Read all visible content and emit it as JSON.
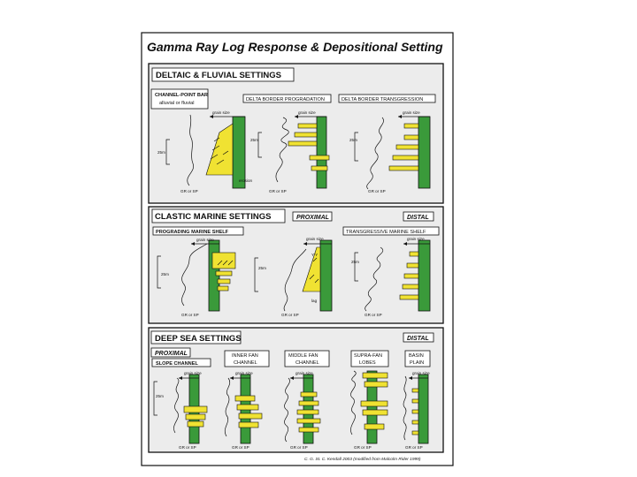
{
  "title": "Gamma Ray Log Response & Depositional Setting",
  "sections": {
    "deltaic": {
      "title": "DELTAIC & FLUVIAL SETTINGS",
      "panels": {
        "channel_bar": {
          "label_1": "CHANNEL-POINT BAR",
          "label_2": "alluvial or fluvial"
        },
        "delta_prog": {
          "label": "DELTA BORDER PROGRADATION"
        },
        "delta_trans": {
          "label": "DELTA BORDER TRANSGRESSION"
        }
      }
    },
    "clastic": {
      "title": "CLASTIC MARINE SETTINGS",
      "proximal": "PROXIMAL",
      "distal": "DISTAL",
      "panels": {
        "prograding": {
          "label": "PROGRADING MARINE SHELF"
        },
        "transgressive": {
          "label": "TRANSGRESSIVE MARINE SHELF"
        }
      }
    },
    "deepsea": {
      "title": "DEEP SEA SETTINGS",
      "proximal": "PROXIMAL",
      "distal": "DISTAL",
      "panels": {
        "slope": {
          "label": "SLOPE CHANNEL"
        },
        "inner_fan": {
          "label_1": "INNER FAN",
          "label_2": "CHANNEL"
        },
        "middle_fan": {
          "label_1": "MIDDLE FAN",
          "label_2": "CHANNEL"
        },
        "supra_fan": {
          "label_1": "SUPRA-FAN",
          "label_2": "LOBES"
        },
        "basin_plain": {
          "label_1": "BASIN",
          "label_2": "PLAIN"
        }
      }
    }
  },
  "annotations": {
    "grain_size": "grain size",
    "gr_or_sp": "GR or SP",
    "scale": "25m",
    "erosion": "erosion",
    "lag": "lag"
  },
  "credit": "C. G. St. C. Kendall 2003 (modified from Malcolm Rider 1999)",
  "colors": {
    "sand": "#f0e232",
    "shale": "#3a9a3a",
    "panel": "#ececec"
  }
}
